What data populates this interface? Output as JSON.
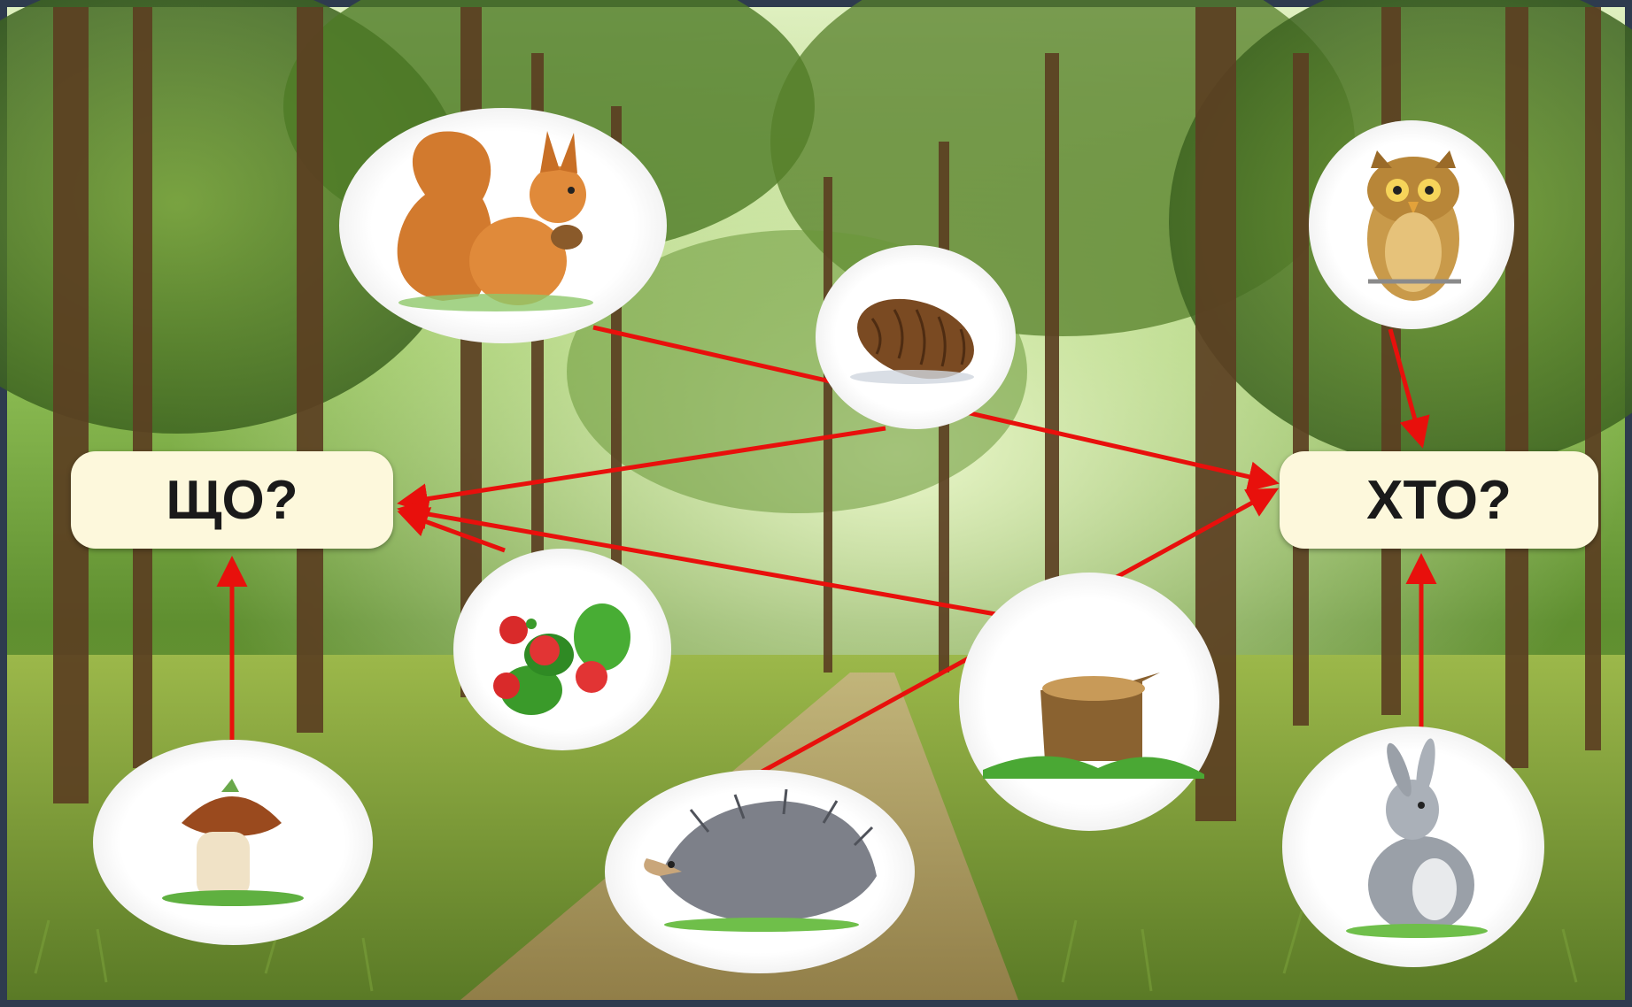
{
  "labels": {
    "what": "ЩО?",
    "who": "ХТО?"
  },
  "items": [
    {
      "name": "squirrel",
      "category": "who"
    },
    {
      "name": "pine-cone",
      "category": "what"
    },
    {
      "name": "owl",
      "category": "who"
    },
    {
      "name": "strawberry",
      "category": "what"
    },
    {
      "name": "stump",
      "category": "what"
    },
    {
      "name": "mushroom",
      "category": "what"
    },
    {
      "name": "hedgehog",
      "category": "who"
    },
    {
      "name": "hare",
      "category": "who"
    }
  ],
  "colors": {
    "arrow": "#e8100c",
    "label_bg": "#fdf8dc",
    "frame": "#2e3b4e",
    "forest_light": "#cfe6a0",
    "forest_dark": "#3c5a1e"
  }
}
